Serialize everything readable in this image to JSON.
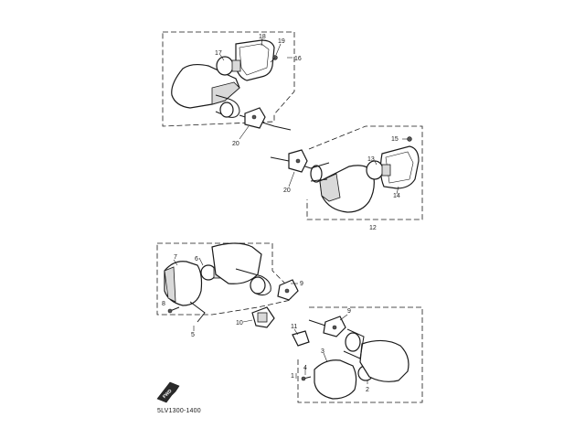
{
  "diagram_code": "5LV1300-1400",
  "fwd_label": "FWD",
  "callouts": {
    "c1": "1",
    "c2": "2",
    "c3": "3",
    "c4": "4",
    "c5": "5",
    "c6": "6",
    "c7": "7",
    "c8": "8",
    "c9a": "9",
    "c9b": "9",
    "c10": "10",
    "c11": "11",
    "c12": "12",
    "c13": "13",
    "c14": "14",
    "c15": "15",
    "c16": "16",
    "c17": "17",
    "c18": "18",
    "c19": "19",
    "c20a": "20",
    "c20b": "20"
  }
}
